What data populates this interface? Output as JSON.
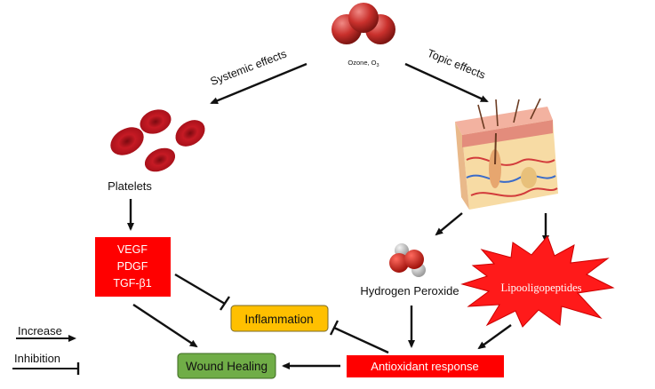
{
  "ozone": {
    "label": "Ozone, O",
    "subscript": "3"
  },
  "branches": {
    "systemic": "Systemic effects",
    "topic": "Topic effects"
  },
  "nodes": {
    "platelets": "Platelets",
    "growth_factors": [
      "VEGF",
      "PDGF",
      "TGF-β1"
    ],
    "inflammation": "Inflammation",
    "wound_healing": "Wound Healing",
    "antioxidant": "Antioxidant response",
    "hydrogen_peroxide": "Hydrogen Peroxide",
    "lipooligopeptides": "Lipooligopeptides"
  },
  "legend": {
    "increase": "Increase",
    "inhibition": "Inhibition"
  },
  "colors": {
    "growth_factor_box": "#ff0000",
    "inflammation_box": "#ffc000",
    "wound_healing_box": "#70ad47",
    "antioxidant_box": "#ff0000",
    "burst": "#ff1a1a",
    "ozone": "#c9302c",
    "platelet": "#b5121b"
  }
}
